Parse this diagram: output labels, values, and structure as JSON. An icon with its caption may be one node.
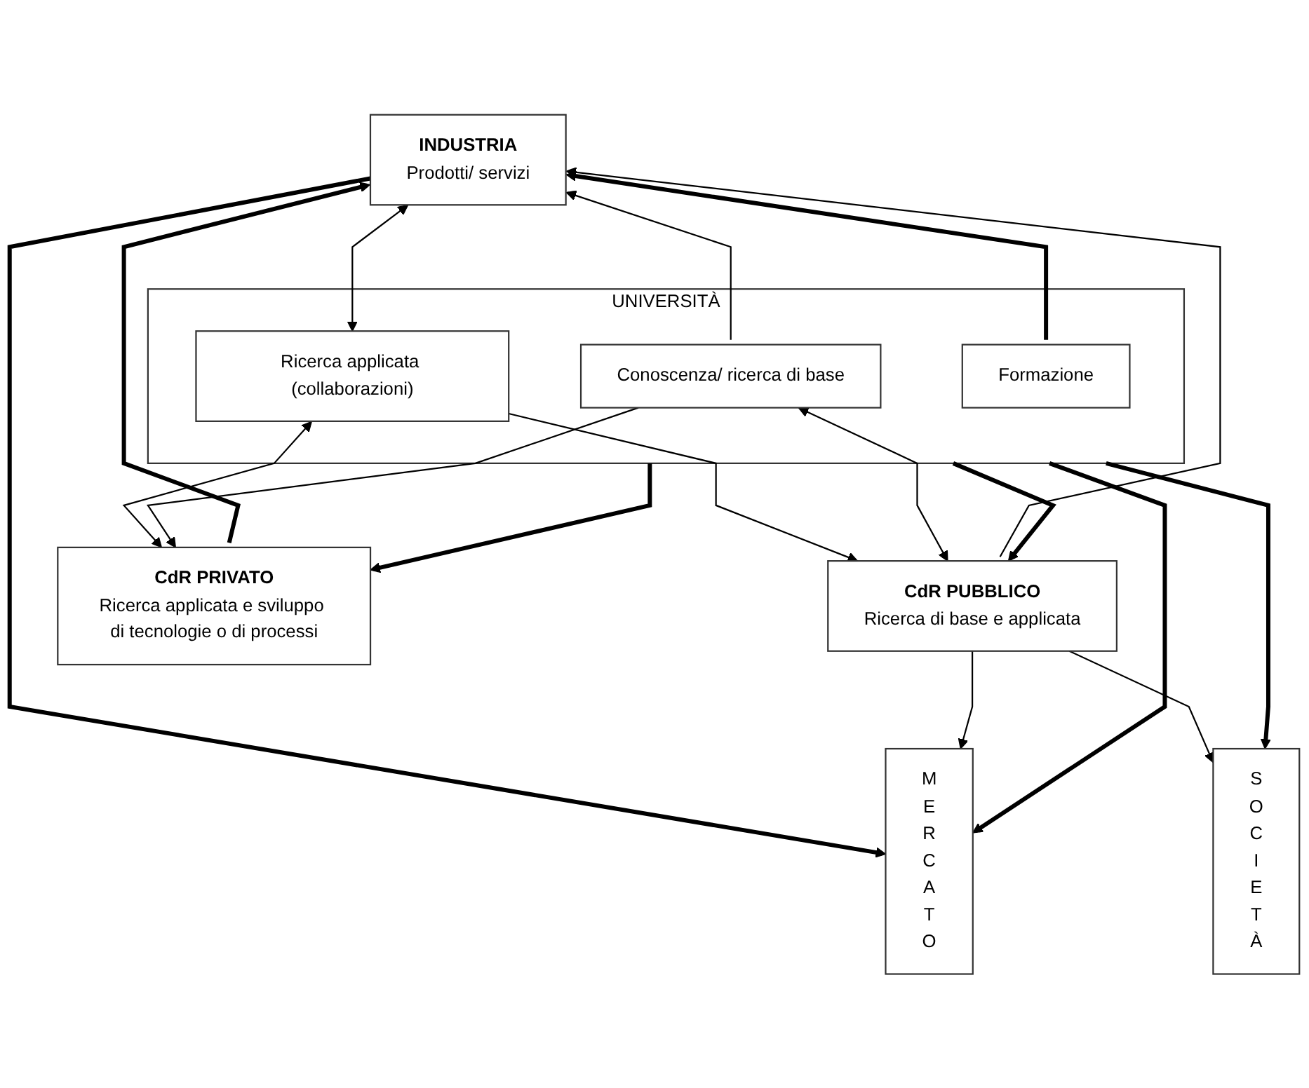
{
  "diagram": {
    "nodes": [
      {
        "text": [
          "INDUSTRIA",
          "Prodotti/ servizi"
        ]
      },
      {
        "text": [
          "MERCATO"
        ]
      },
      {
        "text": [
          "SOCIETÀ"
        ]
      },
      {
        "text": [
          "UNIVERSITÀ"
        ]
      },
      {
        "text": [
          "Ricerca applicata (collaborazioni)"
        ],
        "in": 3
      },
      {
        "text": [
          "Formazione"
        ],
        "in": 3
      },
      {
        "text": [
          "Conoscenza/ ricerca di base"
        ],
        "in": 3
      },
      {
        "text": [
          "CdR PRIVATO",
          "Ricerca applicata e sviluppo di tecnologie o di processi"
        ]
      },
      {
        "text": [
          "CdR PUBBLICO",
          "Ricerca di base e applicata"
        ]
      }
    ],
    "edges": [
      {
        "from": 0,
        "to": 1,
        "arrow": "to",
        "style": "thick"
      },
      {
        "from": 4,
        "to": 0,
        "arrow": "both"
      },
      {
        "from": 5,
        "to": 0,
        "arrow": "to",
        "style": "thick"
      },
      {
        "from": 6,
        "to": 0,
        "arrow": "to"
      },
      {
        "from": 3,
        "to": 1,
        "arrow": "to",
        "style": "thick"
      },
      {
        "from": 3,
        "to": 2,
        "arrow": "to",
        "style": "thick"
      },
      {
        "from": 4,
        "to": 7,
        "arrow": "both"
      },
      {
        "from": 6,
        "to": 7,
        "arrow": "to"
      },
      {
        "from": 4,
        "to": 8,
        "arrow": "to"
      },
      {
        "from": 6,
        "to": 8,
        "arrow": "both"
      },
      {
        "from": 3,
        "to": 7,
        "arrow": "to",
        "style": "thick"
      },
      {
        "from": 3,
        "to": 8,
        "arrow": "to",
        "style": "thick"
      },
      {
        "from": 8,
        "to": 1,
        "arrow": "to"
      },
      {
        "from": 8,
        "to": 2,
        "arrow": "to"
      },
      {
        "from": 7,
        "to": 0,
        "arrow": "to",
        "style": "thick"
      },
      {
        "from": 8,
        "to": 0,
        "arrow": "to"
      }
    ]
  }
}
